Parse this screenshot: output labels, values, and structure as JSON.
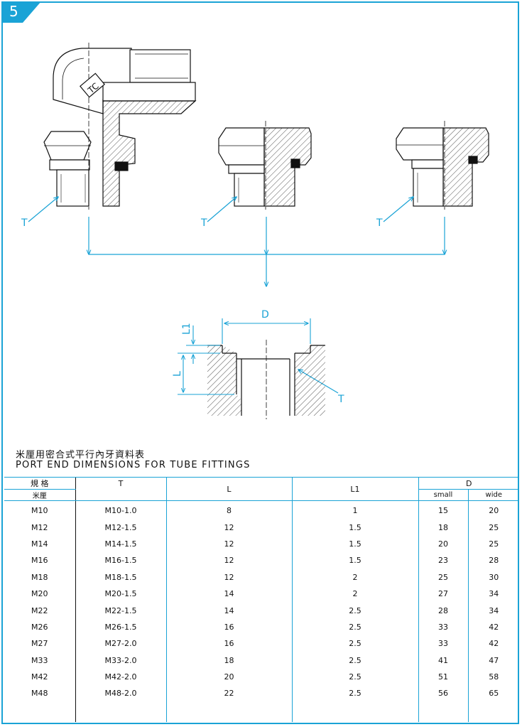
{
  "page": {
    "number": "5"
  },
  "diagram": {
    "labels": {
      "t": "T",
      "d": "D",
      "l": "L",
      "l1": "L1",
      "logo": "TC"
    }
  },
  "titles": {
    "zh": "米厘用密合式平行內牙資料表",
    "en": "PORT END DIMENSIONS FOR TUBE FITTINGS"
  },
  "table": {
    "headers": {
      "spec_top": "規      格",
      "spec_bottom": "米厘",
      "t": "T",
      "l": "L",
      "l1": "L1",
      "d": "D",
      "d_small": "small",
      "d_wide": "wide"
    },
    "rows": [
      {
        "spec": "M10",
        "t": "M10-1.0",
        "l": "8",
        "l1": "1",
        "small": "15",
        "wide": "20"
      },
      {
        "spec": "M12",
        "t": "M12-1.5",
        "l": "12",
        "l1": "1.5",
        "small": "18",
        "wide": "25"
      },
      {
        "spec": "M14",
        "t": "M14-1.5",
        "l": "12",
        "l1": "1.5",
        "small": "20",
        "wide": "25"
      },
      {
        "spec": "M16",
        "t": "M16-1.5",
        "l": "12",
        "l1": "1.5",
        "small": "23",
        "wide": "28"
      },
      {
        "spec": "M18",
        "t": "M18-1.5",
        "l": "12",
        "l1": "2",
        "small": "25",
        "wide": "30"
      },
      {
        "spec": "M20",
        "t": "M20-1.5",
        "l": "14",
        "l1": "2",
        "small": "27",
        "wide": "34"
      },
      {
        "spec": "M22",
        "t": "M22-1.5",
        "l": "14",
        "l1": "2.5",
        "small": "28",
        "wide": "34"
      },
      {
        "spec": "M26",
        "t": "M26-1.5",
        "l": "16",
        "l1": "2.5",
        "small": "33",
        "wide": "42"
      },
      {
        "spec": "M27",
        "t": "M27-2.0",
        "l": "16",
        "l1": "2.5",
        "small": "33",
        "wide": "42"
      },
      {
        "spec": "M33",
        "t": "M33-2.0",
        "l": "18",
        "l1": "2.5",
        "small": "41",
        "wide": "47"
      },
      {
        "spec": "M42",
        "t": "M42-2.0",
        "l": "20",
        "l1": "2.5",
        "small": "51",
        "wide": "58"
      },
      {
        "spec": "M48",
        "t": "M48-2.0",
        "l": "22",
        "l1": "2.5",
        "small": "56",
        "wide": "65"
      }
    ]
  },
  "colors": {
    "accent": "#1aa3d6",
    "line": "#111111"
  }
}
